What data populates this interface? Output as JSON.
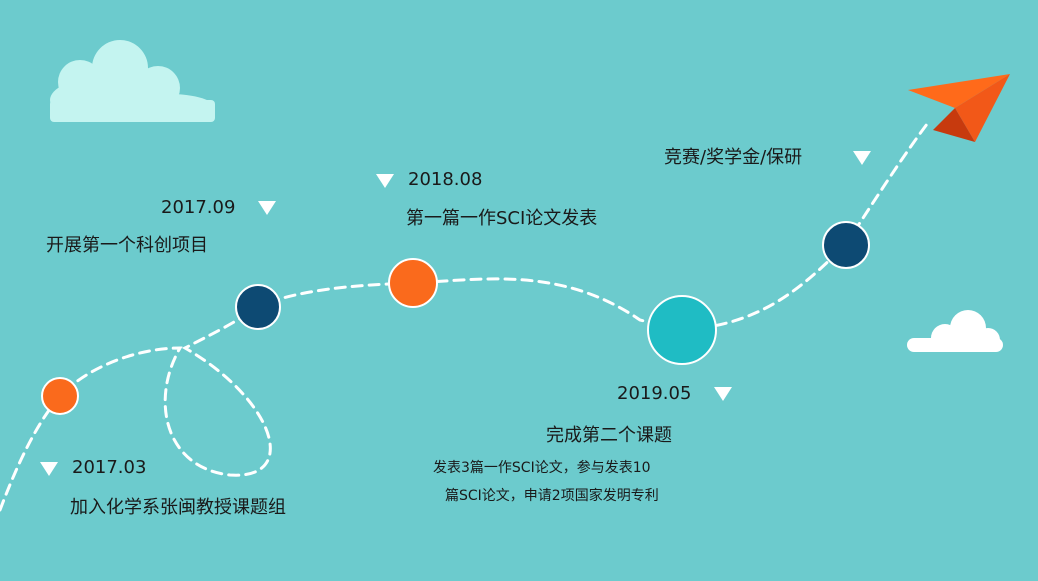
{
  "milestones": [
    {
      "date": "2017.03",
      "title": "加入化学系张闽教授课题组"
    },
    {
      "date": "2017.09",
      "title": "开展第一个科创项目"
    },
    {
      "date": "2018.08",
      "title": "第一篇一作SCI论文发表"
    },
    {
      "date": "2019.05",
      "title": "完成第二个课题",
      "detail_line1": "发表3篇一作SCI论文，参与发表10",
      "detail_line2": "篇SCI论文，申请2项国家发明专利"
    },
    {
      "title": "竞赛/奖学金/保研"
    }
  ],
  "colors": {
    "background": "#6ccbcd",
    "orange": "#fa6a1c",
    "navy": "#0d4a73",
    "teal": "#1fbcc4",
    "cloud_light": "#c4f4f0",
    "white": "#ffffff"
  }
}
